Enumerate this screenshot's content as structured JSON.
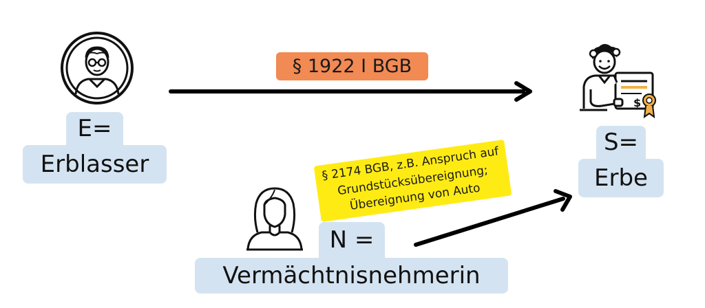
{
  "erblasser": {
    "line1": "E=",
    "line2": "Erblasser"
  },
  "erbe": {
    "line1": "S=",
    "line2": "Erbe"
  },
  "vermaechtnis": {
    "line1": "N =",
    "line2": "Vermächtnisnehmerin"
  },
  "arrow_top_label": "§ 1922 I BGB",
  "arrow_bottom_label": {
    "line1": "§ 2174 BGB, z.B. Anspruch auf",
    "line2": "Grundstücksübereignung;",
    "line3": "Übereignung von Auto"
  },
  "colors": {
    "label_bg": "#d4e3f1",
    "orange_tag": "#f28a53",
    "yellow_tag": "#ffeb14",
    "arrow": "#000000",
    "certificate_badge": "#f3b04a"
  },
  "icons": [
    "old-man-avatar-icon",
    "heir-with-certificate-icon",
    "woman-avatar-icon"
  ]
}
